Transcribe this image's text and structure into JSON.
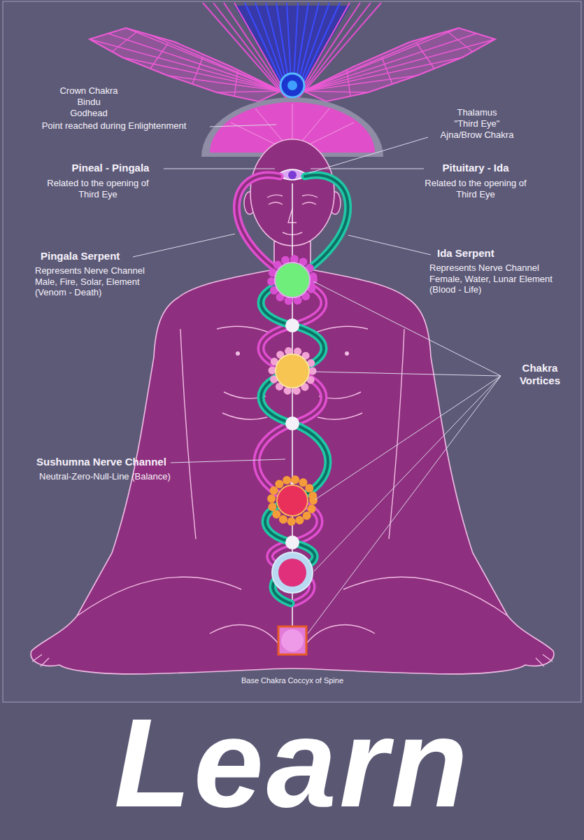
{
  "diagram": {
    "title": "Learn",
    "labels": [
      "Crown Chakra",
      "Bindu",
      "Godhead",
      "Point reached during Enlightenment",
      "Thalamus",
      "\"Third Eye\"",
      "Ajna/Brow Chakra",
      "Pineal - Pingala",
      "Related to the opening of Third Eye",
      "Pituitary - Ida",
      "Related to the opening of Third Eye",
      "Pingala Serpent",
      "Represents Nerve Channel Male, Fire, Solar, Element (Venom - Death)",
      "Ida Serpent",
      "Represents Nerve Channel Female, Water, Lunar Element (Blood - Life)",
      "Chakra Vortices",
      "Sushumna Nerve Channel",
      "Neutral-Zero-Null-Line (Balance)",
      "Base Chakra Coccyx of Spine"
    ]
  }
}
